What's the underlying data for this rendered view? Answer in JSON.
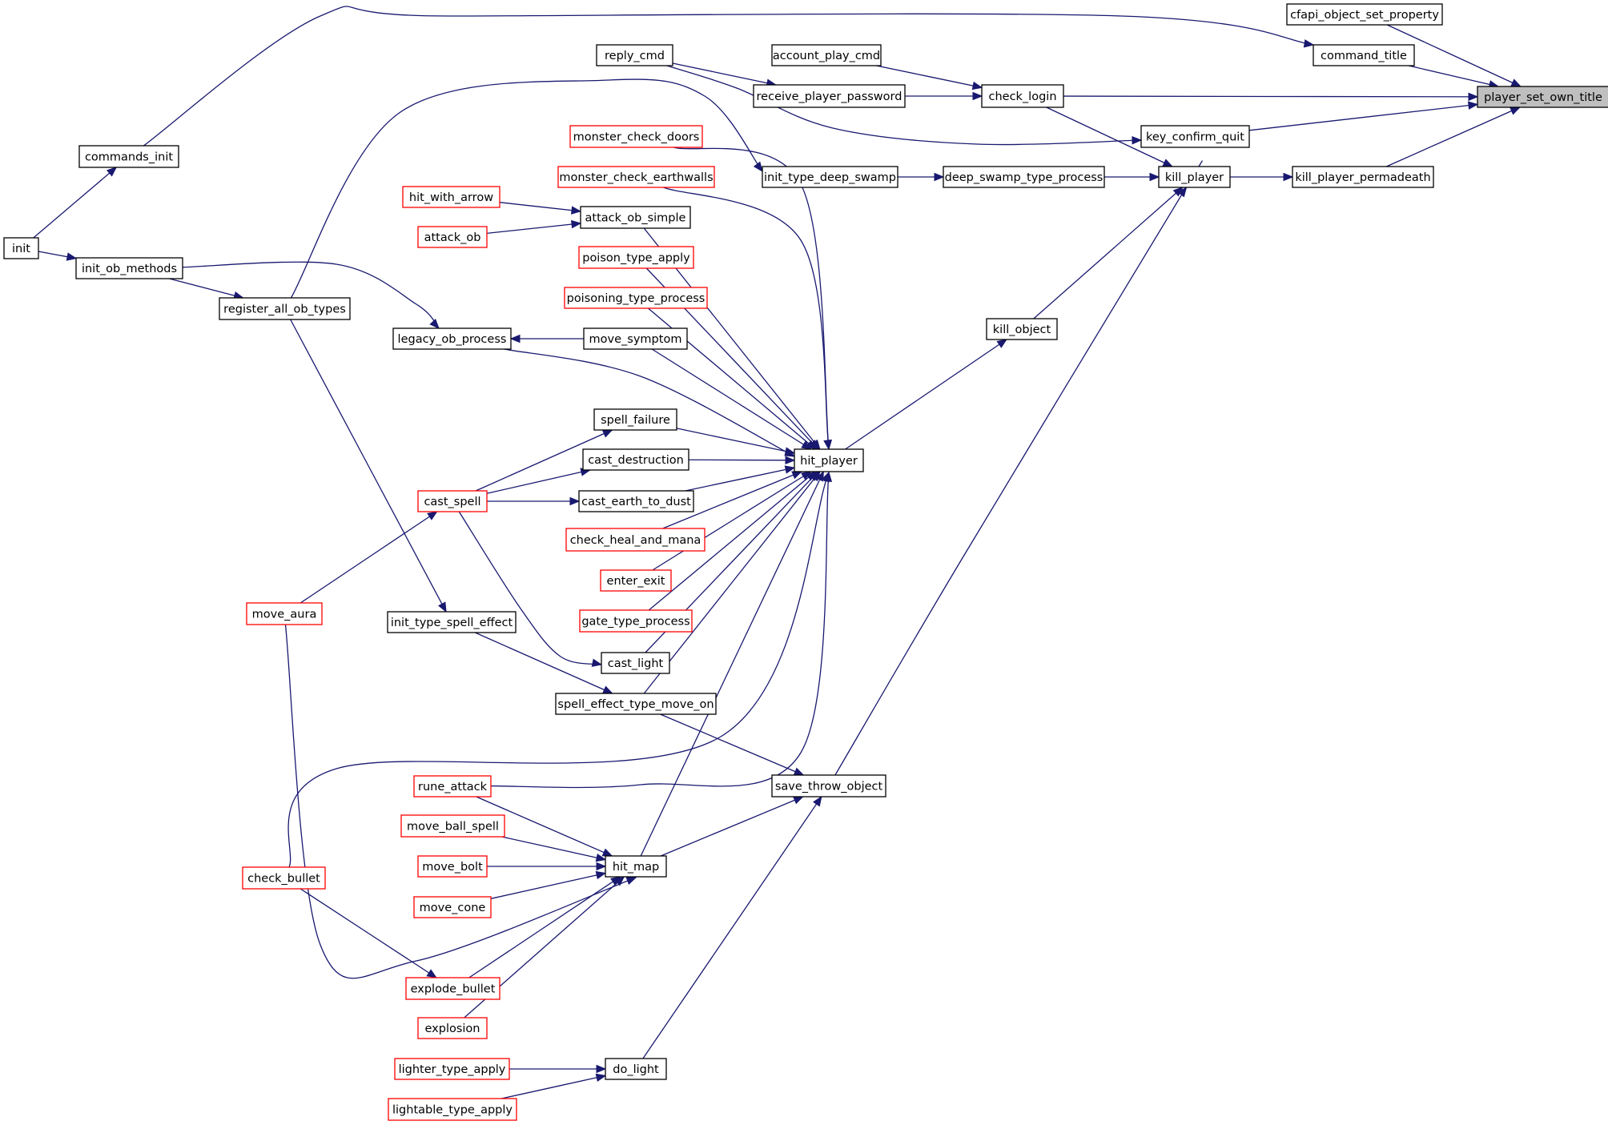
{
  "graph": {
    "edge_color": "#191970",
    "root_fill": "#bfbfbf",
    "external_border_color": "#ff0000",
    "nodes": [
      {
        "id": "player_set_own_title",
        "label": "player_set_own_title",
        "style": "root"
      },
      {
        "id": "cfapi_object_set_property",
        "label": "cfapi_object_set_property",
        "style": "normal"
      },
      {
        "id": "command_title",
        "label": "command_title",
        "style": "normal"
      },
      {
        "id": "check_login",
        "label": "check_login",
        "style": "normal"
      },
      {
        "id": "key_confirm_quit",
        "label": "key_confirm_quit",
        "style": "normal"
      },
      {
        "id": "kill_player_permadeath",
        "label": "kill_player_permadeath",
        "style": "normal"
      },
      {
        "id": "kill_player",
        "label": "kill_player",
        "style": "normal"
      },
      {
        "id": "account_play_cmd",
        "label": "account_play_cmd",
        "style": "normal"
      },
      {
        "id": "reply_cmd",
        "label": "reply_cmd",
        "style": "normal"
      },
      {
        "id": "receive_player_password",
        "label": "receive_player_password",
        "style": "normal"
      },
      {
        "id": "commands_init",
        "label": "commands_init",
        "style": "normal"
      },
      {
        "id": "init",
        "label": "init",
        "style": "normal"
      },
      {
        "id": "init_ob_methods",
        "label": "init_ob_methods",
        "style": "normal"
      },
      {
        "id": "register_all_ob_types",
        "label": "register_all_ob_types",
        "style": "normal"
      },
      {
        "id": "init_type_deep_swamp",
        "label": "init_type_deep_swamp",
        "style": "normal"
      },
      {
        "id": "deep_swamp_type_process",
        "label": "deep_swamp_type_process",
        "style": "normal"
      },
      {
        "id": "kill_object",
        "label": "kill_object",
        "style": "normal"
      },
      {
        "id": "hit_player",
        "label": "hit_player",
        "style": "normal"
      },
      {
        "id": "save_throw_object",
        "label": "save_throw_object",
        "style": "normal"
      },
      {
        "id": "monster_check_doors",
        "label": "monster_check_doors",
        "style": "external"
      },
      {
        "id": "monster_check_earthwalls",
        "label": "monster_check_earthwalls",
        "style": "external"
      },
      {
        "id": "hit_with_arrow",
        "label": "hit_with_arrow",
        "style": "external"
      },
      {
        "id": "attack_ob",
        "label": "attack_ob",
        "style": "external"
      },
      {
        "id": "attack_ob_simple",
        "label": "attack_ob_simple",
        "style": "normal"
      },
      {
        "id": "poison_type_apply",
        "label": "poison_type_apply",
        "style": "external"
      },
      {
        "id": "poisoning_type_process",
        "label": "poisoning_type_process",
        "style": "external"
      },
      {
        "id": "legacy_ob_process",
        "label": "legacy_ob_process",
        "style": "normal"
      },
      {
        "id": "move_symptom",
        "label": "move_symptom",
        "style": "normal"
      },
      {
        "id": "spell_failure",
        "label": "spell_failure",
        "style": "normal"
      },
      {
        "id": "cast_destruction",
        "label": "cast_destruction",
        "style": "normal"
      },
      {
        "id": "cast_spell",
        "label": "cast_spell",
        "style": "external"
      },
      {
        "id": "cast_earth_to_dust",
        "label": "cast_earth_to_dust",
        "style": "normal"
      },
      {
        "id": "check_heal_and_mana",
        "label": "check_heal_and_mana",
        "style": "external"
      },
      {
        "id": "enter_exit",
        "label": "enter_exit",
        "style": "external"
      },
      {
        "id": "gate_type_process",
        "label": "gate_type_process",
        "style": "external"
      },
      {
        "id": "move_aura",
        "label": "move_aura",
        "style": "external"
      },
      {
        "id": "init_type_spell_effect",
        "label": "init_type_spell_effect",
        "style": "normal"
      },
      {
        "id": "cast_light",
        "label": "cast_light",
        "style": "normal"
      },
      {
        "id": "spell_effect_type_move_on",
        "label": "spell_effect_type_move_on",
        "style": "normal"
      },
      {
        "id": "rune_attack",
        "label": "rune_attack",
        "style": "external"
      },
      {
        "id": "move_ball_spell",
        "label": "move_ball_spell",
        "style": "external"
      },
      {
        "id": "check_bullet",
        "label": "check_bullet",
        "style": "external"
      },
      {
        "id": "move_bolt",
        "label": "move_bolt",
        "style": "external"
      },
      {
        "id": "hit_map",
        "label": "hit_map",
        "style": "normal"
      },
      {
        "id": "move_cone",
        "label": "move_cone",
        "style": "external"
      },
      {
        "id": "explode_bullet",
        "label": "explode_bullet",
        "style": "external"
      },
      {
        "id": "explosion",
        "label": "explosion",
        "style": "external"
      },
      {
        "id": "lighter_type_apply",
        "label": "lighter_type_apply",
        "style": "external"
      },
      {
        "id": "do_light",
        "label": "do_light",
        "style": "normal"
      },
      {
        "id": "lightable_type_apply",
        "label": "lightable_type_apply",
        "style": "external"
      }
    ],
    "edges": [
      {
        "from": "cfapi_object_set_property",
        "to": "player_set_own_title"
      },
      {
        "from": "command_title",
        "to": "player_set_own_title"
      },
      {
        "from": "check_login",
        "to": "player_set_own_title"
      },
      {
        "from": "key_confirm_quit",
        "to": "player_set_own_title"
      },
      {
        "from": "kill_player_permadeath",
        "to": "player_set_own_title"
      },
      {
        "from": "commands_init",
        "to": "command_title"
      },
      {
        "from": "init",
        "to": "commands_init"
      },
      {
        "from": "account_play_cmd",
        "to": "check_login"
      },
      {
        "from": "receive_player_password",
        "to": "check_login"
      },
      {
        "from": "reply_cmd",
        "to": "receive_player_password"
      },
      {
        "from": "reply_cmd",
        "to": "key_confirm_quit"
      },
      {
        "from": "check_login",
        "to": "kill_player"
      },
      {
        "from": "kill_player",
        "to": "kill_player_permadeath"
      },
      {
        "from": "deep_swamp_type_process",
        "to": "kill_player"
      },
      {
        "from": "kill_object",
        "to": "kill_player"
      },
      {
        "from": "save_throw_object",
        "to": "kill_player"
      },
      {
        "from": "init_type_deep_swamp",
        "to": "deep_swamp_type_process"
      },
      {
        "from": "register_all_ob_types",
        "to": "init_type_deep_swamp"
      },
      {
        "from": "init",
        "to": "init_ob_methods"
      },
      {
        "from": "init_ob_methods",
        "to": "register_all_ob_types"
      },
      {
        "from": "init_ob_methods",
        "to": "legacy_ob_process"
      },
      {
        "from": "register_all_ob_types",
        "to": "init_type_spell_effect"
      },
      {
        "from": "hit_player",
        "to": "kill_object"
      },
      {
        "from": "monster_check_doors",
        "to": "hit_player"
      },
      {
        "from": "monster_check_earthwalls",
        "to": "hit_player"
      },
      {
        "from": "attack_ob_simple",
        "to": "hit_player"
      },
      {
        "from": "poison_type_apply",
        "to": "hit_player"
      },
      {
        "from": "poisoning_type_process",
        "to": "hit_player"
      },
      {
        "from": "move_symptom",
        "to": "hit_player"
      },
      {
        "from": "legacy_ob_process",
        "to": "hit_player"
      },
      {
        "from": "spell_failure",
        "to": "hit_player"
      },
      {
        "from": "cast_destruction",
        "to": "hit_player"
      },
      {
        "from": "cast_earth_to_dust",
        "to": "hit_player"
      },
      {
        "from": "check_heal_and_mana",
        "to": "hit_player"
      },
      {
        "from": "enter_exit",
        "to": "hit_player"
      },
      {
        "from": "gate_type_process",
        "to": "hit_player"
      },
      {
        "from": "cast_light",
        "to": "hit_player"
      },
      {
        "from": "spell_effect_type_move_on",
        "to": "hit_player"
      },
      {
        "from": "rune_attack",
        "to": "hit_player"
      },
      {
        "from": "check_bullet",
        "to": "hit_player"
      },
      {
        "from": "hit_map",
        "to": "hit_player"
      },
      {
        "from": "hit_with_arrow",
        "to": "attack_ob_simple"
      },
      {
        "from": "attack_ob",
        "to": "attack_ob_simple"
      },
      {
        "from": "move_symptom",
        "to": "legacy_ob_process"
      },
      {
        "from": "cast_spell",
        "to": "spell_failure"
      },
      {
        "from": "cast_spell",
        "to": "cast_destruction"
      },
      {
        "from": "cast_spell",
        "to": "cast_earth_to_dust"
      },
      {
        "from": "cast_spell",
        "to": "cast_light"
      },
      {
        "from": "move_aura",
        "to": "cast_spell"
      },
      {
        "from": "move_aura",
        "to": "hit_map"
      },
      {
        "from": "init_type_spell_effect",
        "to": "spell_effect_type_move_on"
      },
      {
        "from": "spell_effect_type_move_on",
        "to": "save_throw_object"
      },
      {
        "from": "hit_map",
        "to": "save_throw_object"
      },
      {
        "from": "do_light",
        "to": "save_throw_object"
      },
      {
        "from": "rune_attack",
        "to": "hit_map"
      },
      {
        "from": "move_ball_spell",
        "to": "hit_map"
      },
      {
        "from": "move_bolt",
        "to": "hit_map"
      },
      {
        "from": "move_cone",
        "to": "hit_map"
      },
      {
        "from": "explode_bullet",
        "to": "hit_map"
      },
      {
        "from": "explosion",
        "to": "hit_map"
      },
      {
        "from": "check_bullet",
        "to": "explode_bullet"
      },
      {
        "from": "lighter_type_apply",
        "to": "do_light"
      },
      {
        "from": "lightable_type_apply",
        "to": "do_light"
      }
    ]
  }
}
